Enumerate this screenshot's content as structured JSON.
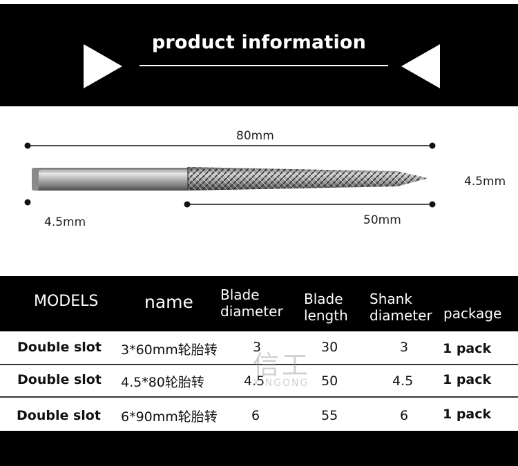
{
  "header": {
    "title": "product information"
  },
  "diagram": {
    "total_length": "80mm",
    "head_diameter": "4.5mm",
    "shank_diameter": "4.5mm",
    "blade_length": "50mm"
  },
  "table": {
    "columns": {
      "models": "MODELS",
      "name": "name",
      "blade_diameter": [
        "Blade",
        "diameter"
      ],
      "blade_length": [
        "Blade",
        "length"
      ],
      "shank_diameter": [
        "Shank",
        "diameter"
      ],
      "package": "package"
    },
    "rows": [
      {
        "model": "Double slot",
        "name": "3*60mm轮胎转",
        "blade_diameter": "3",
        "blade_length": "30",
        "shank_diameter": "3",
        "package": "1 pack"
      },
      {
        "model": "Double slot",
        "name": "4.5*80轮胎转",
        "blade_diameter": "4.5",
        "blade_length": "50",
        "shank_diameter": "4.5",
        "package": "1 pack"
      },
      {
        "model": "Double slot",
        "name": "6*90mm轮胎转",
        "blade_diameter": "6",
        "blade_length": "55",
        "shank_diameter": "6",
        "package": "1 pack"
      }
    ]
  },
  "watermark": {
    "cn": "信工",
    "en": "XINGONG"
  }
}
